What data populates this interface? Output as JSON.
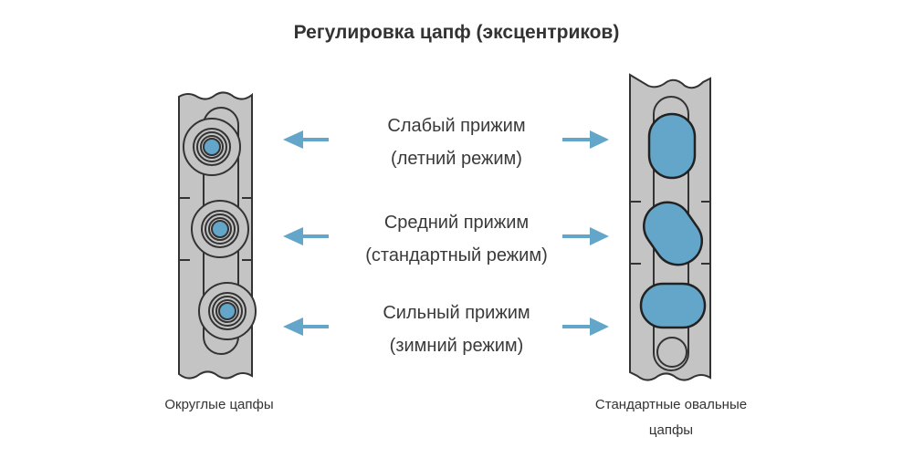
{
  "title": "Регулировка цапф (эксцентриков)",
  "colors": {
    "accent_blue": "#64a6c9",
    "plate_gray": "#c4c4c4",
    "stroke_dark": "#333333",
    "text": "#333333"
  },
  "modes": [
    {
      "name": "Слабый прижим",
      "mode": "(летний режим)",
      "oval_orientation": "vertical"
    },
    {
      "name": "Средний прижим",
      "mode": "(стандартный режим)",
      "oval_orientation": "diagonal"
    },
    {
      "name": "Сильный прижим",
      "mode": "(зимний режим)",
      "oval_orientation": "horizontal"
    }
  ],
  "captions": {
    "left": "Округлые цапфы",
    "right_line1": "Стандартные овальные",
    "right_line2": "цапфы"
  },
  "icons": {
    "left_arrow": "arrow-left-icon",
    "right_arrow": "arrow-right-icon"
  }
}
